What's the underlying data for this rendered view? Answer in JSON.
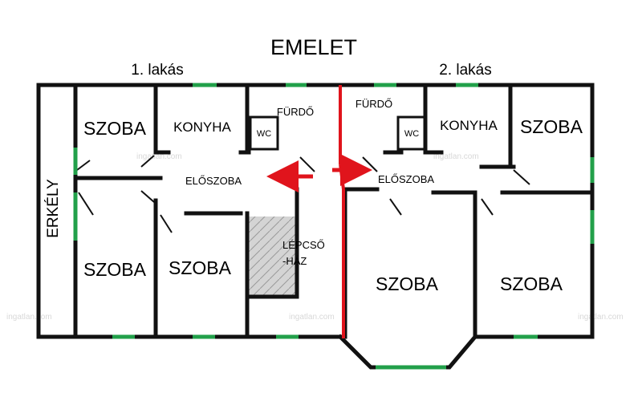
{
  "title": "EMELET",
  "apartments": [
    "1. lakás",
    "2. lakás"
  ],
  "rooms": {
    "szoba": "SZOBA",
    "konyha": "KONYHA",
    "furdo": "FÜRDŐ",
    "wc": "WC",
    "eloszoba": "ELŐSZOBA",
    "erkely": "ERKÉLY",
    "lepcsohaz_line1": "LÉPCSŐ",
    "lepcsohaz_line2": "-HÁZ"
  },
  "watermark": "ingatlan.com",
  "colors": {
    "wall": "#111111",
    "window": "#22a04a",
    "divider": "#e0141c",
    "stairs": "#b8b8b8"
  }
}
